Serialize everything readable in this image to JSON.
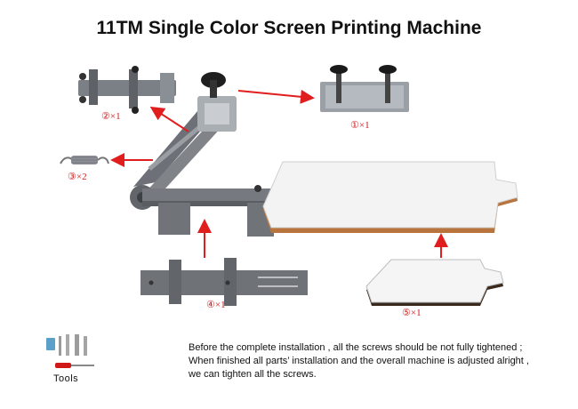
{
  "title": "11TM Single Color Screen Printing Machine",
  "parts": {
    "part1": "①×1",
    "part2": "②×1",
    "part3": "③×2",
    "part4": "④×1",
    "part5": "⑤×1"
  },
  "tools_label": "Tools",
  "instructions": [
    "Before the complete installation , all the screws should be not fully tightened ;",
    "When finished all parts’  installation and the overall machine is adjusted alright ,",
    "we can tighten all the screws."
  ],
  "colors": {
    "arrow": "#e01e1e",
    "metal": "#6f7378",
    "board": "#f4f4f4",
    "board_edge": "#b8743c"
  }
}
